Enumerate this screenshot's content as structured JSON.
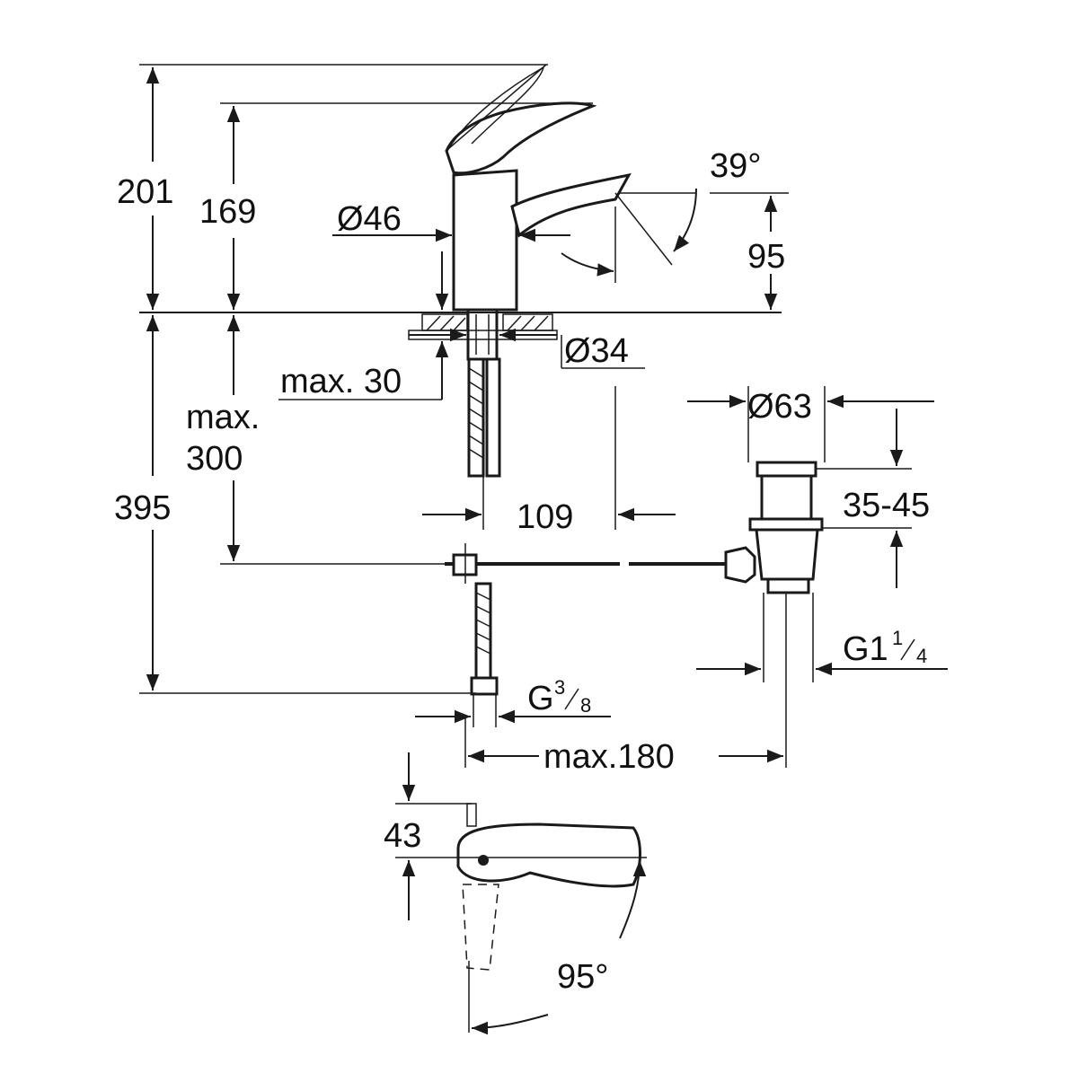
{
  "labels": {
    "d201": "201",
    "d169": "169",
    "d46": "Ø46",
    "d39deg": "39°",
    "d95": "95",
    "d34": "Ø34",
    "dmax30": "max. 30",
    "dmax300a": "max.",
    "dmax300b": "300",
    "d395": "395",
    "d63": "Ø63",
    "d3545": "35-45",
    "d109": "109",
    "g114_main": "G1",
    "g114_num": "1",
    "g114_den": "4",
    "g38_main": "G",
    "g38_num": "3",
    "g38_den": "8",
    "dmax180": "max.180",
    "d43": "43",
    "d95deg": "95°"
  }
}
